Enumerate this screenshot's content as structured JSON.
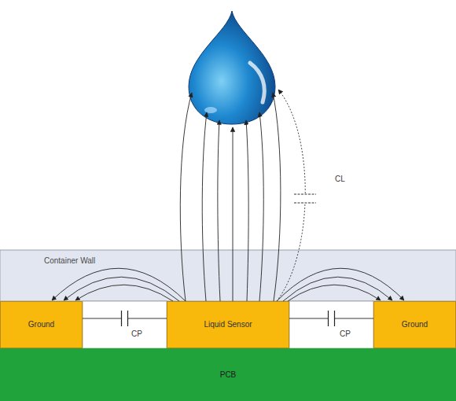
{
  "diagram": {
    "nodes": [
      {
        "text": [
          "Container Wall"
        ]
      },
      {
        "text": [
          "Ground"
        ]
      },
      {
        "text": [
          "Liquid Sensor"
        ]
      },
      {
        "text": [
          "Ground"
        ]
      },
      {
        "text": [
          "PCB"
        ]
      }
    ],
    "edges": [
      {
        "from": 2,
        "to": 1,
        "arrow": "to"
      },
      {
        "from": 2,
        "to": 1,
        "arrow": "to"
      },
      {
        "from": 2,
        "to": 1,
        "arrow": "to"
      },
      {
        "from": 2,
        "to": 3,
        "arrow": "to"
      },
      {
        "from": 2,
        "to": 3,
        "arrow": "to"
      },
      {
        "from": 2,
        "to": 3,
        "arrow": "to"
      },
      {
        "from": 1,
        "to": 2,
        "arrow": "none"
      },
      {
        "from": 2,
        "to": 3,
        "arrow": "none"
      }
    ],
    "labels": [
      "CP",
      "CP",
      "CL"
    ]
  }
}
